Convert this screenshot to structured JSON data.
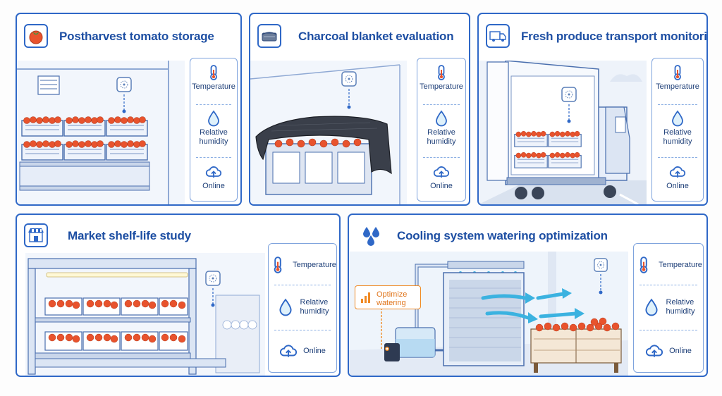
{
  "panels": {
    "storage": {
      "title": "Postharvest tomato storage",
      "icon": "tomato-icon"
    },
    "charcoal": {
      "title": "Charcoal blanket evaluation",
      "icon": "blanket-icon"
    },
    "transport": {
      "title": "Fresh produce transport monitoring",
      "icon": "truck-icon"
    },
    "market": {
      "title": "Market shelf-life study",
      "icon": "shop-icon"
    },
    "cooling": {
      "title": "Cooling system watering optimization",
      "icon": "water-drops-icon",
      "callout": "Optimize\nwatering"
    }
  },
  "sensors": {
    "temperature": "Temperature",
    "humidity": "Relative\nhumidity",
    "online": "Online"
  },
  "colors": {
    "accent": "#2f68c7",
    "tomato": "#e8532d",
    "orange": "#f08a24",
    "airflow": "#3bb2e0"
  }
}
